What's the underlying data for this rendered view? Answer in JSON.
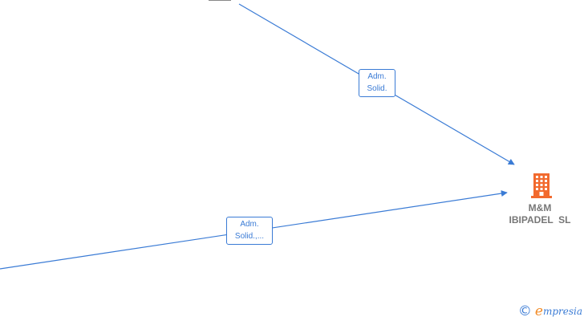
{
  "relations": [
    {
      "label_line1": "Adm.",
      "label_line2": "Solid."
    },
    {
      "label_line1": "Adm.",
      "label_line2": "Solid.,..."
    }
  ],
  "company": {
    "name_line1": "M&M",
    "name_line2": "IBIPADEL  SL",
    "icon": "building-icon"
  },
  "brand": {
    "copyright_symbol": "©",
    "initial": "e",
    "rest": "mpresia"
  },
  "colors": {
    "edge": "#3a7bd5",
    "company_icon": "#f26a2e",
    "node_text": "#777777",
    "brand_accent": "#f28c28"
  }
}
